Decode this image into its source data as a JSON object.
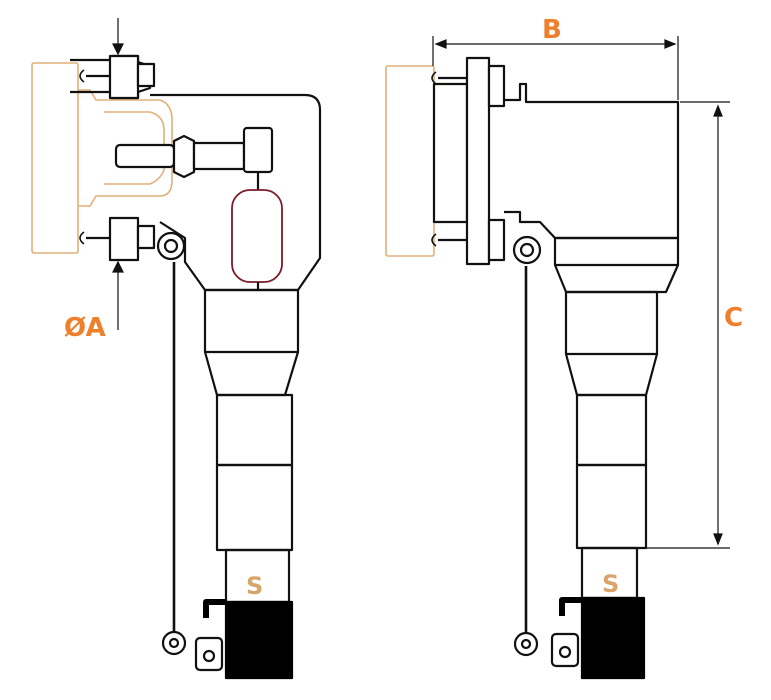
{
  "labels": {
    "diameter": "ØA",
    "width": "B",
    "height": "C",
    "left_cable_section": "S",
    "right_cable_section": "S"
  },
  "colors": {
    "dimension_label": "#ee7f2d",
    "section_label": "#d9a46a",
    "outline": "#111111",
    "bushing_outline": "#e0b07a",
    "fuse_outline": "#7a1b2a",
    "black_band": "#000000"
  }
}
